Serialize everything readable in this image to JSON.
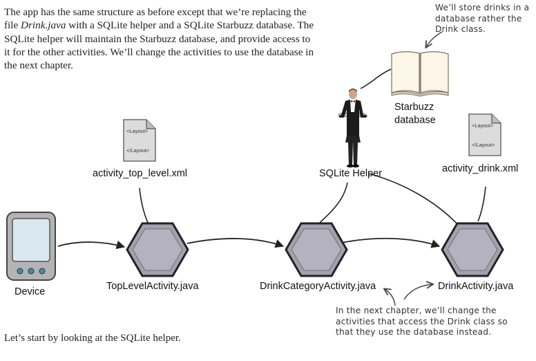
{
  "intro": {
    "part1": "The app has the same structure as before except that we’re replacing the file ",
    "italic": "Drink.java",
    "part2": " with a SQLite helper and a SQLite Starbuzz database. The SQLite helper will maintain the Starbuzz database, and provide access to it for the other activities. We’ll change the activities to use the database in the next chapter."
  },
  "outro": "Let’s start by looking at the SQLite helper.",
  "notes": {
    "database_note": "We’ll store drinks in a database rather the Drink class.",
    "chapter_note": "In the next chapter, we’ll change the activities that access the Drink class so that they use the database instead."
  },
  "database": {
    "line1": "Starbuzz",
    "line2": "database"
  },
  "layout_files": [
    {
      "name": "activity_top_level.xml",
      "tag_open": "<Layout>",
      "tag_close": "</Layout>"
    },
    {
      "name": "activity_drink.xml",
      "tag_open": "<Layout>",
      "tag_close": "</Layout>"
    }
  ],
  "helper_label": "SQLite Helper",
  "device_label": "Device",
  "activities": [
    {
      "name": "TopLevelActivity.java"
    },
    {
      "name": "DrinkCategoryActivity.java"
    },
    {
      "name": "DrinkActivity.java"
    }
  ]
}
